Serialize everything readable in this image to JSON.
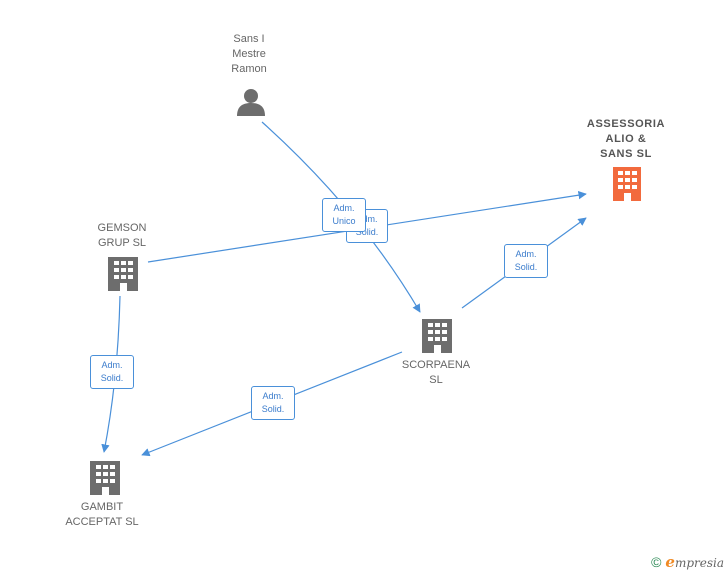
{
  "nodes": {
    "sans_i_mestre_ramon": {
      "label": "Sans I\nMestre\nRamon",
      "type": "person",
      "icon": "person-icon"
    },
    "assessoria_alio_sans": {
      "label": "ASSESSORIA\nALIO &\nSANS SL",
      "type": "company-highlight",
      "icon": "building-icon"
    },
    "gemson_grup": {
      "label": "GEMSON\nGRUP SL",
      "type": "company",
      "icon": "building-icon"
    },
    "scorpaena": {
      "label": "SCORPAENA\nSL",
      "type": "company",
      "icon": "building-icon"
    },
    "gambit_acceptat": {
      "label": "GAMBIT\nACCEPTAT SL",
      "type": "company",
      "icon": "building-icon"
    }
  },
  "edges": {
    "ramon_to_scorpaena": {
      "label": "Adm.\nUnico",
      "from": "sans_i_mestre_ramon",
      "to": "scorpaena"
    },
    "gemson_to_assessoria": {
      "label": "Adm.\nSolid.",
      "from": "gemson_grup",
      "to": "assessoria_alio_sans"
    },
    "scorpaena_to_assessoria": {
      "label": "Adm.\nSolid.",
      "from": "scorpaena",
      "to": "assessoria_alio_sans"
    },
    "gemson_to_gambit": {
      "label": "Adm.\nSolid.",
      "from": "gemson_grup",
      "to": "gambit_acceptat"
    },
    "scorpaena_to_gambit": {
      "label": "Adm.\nSolid.",
      "from": "scorpaena",
      "to": "gambit_acceptat"
    }
  },
  "colors": {
    "edge": "#4a90d9",
    "node_gray": "#6d6d6d",
    "node_highlight": "#f26a3d"
  },
  "footer": {
    "copyright_symbol": "©",
    "brand_initial": "e",
    "brand_rest": "mpresia"
  }
}
